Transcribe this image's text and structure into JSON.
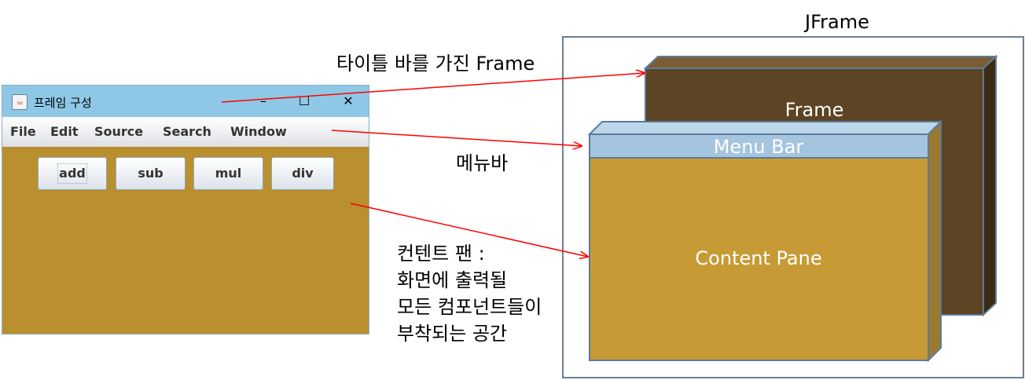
{
  "window": {
    "title": "프레임 구성",
    "icon": "java-coffee-cup-icon",
    "controls": {
      "minimize": "–",
      "maximize": "☐",
      "close": "✕"
    },
    "menu": [
      "File",
      "Edit",
      "Source",
      "Search",
      "Window"
    ],
    "buttons": [
      "add",
      "sub",
      "mul",
      "div"
    ],
    "content_color": "#ba8f2e"
  },
  "labels": {
    "jframe": "JFrame",
    "titlebar": "타이틀 바를 가진 Frame",
    "menubar": "메뉴바",
    "content_lines": [
      "컨텐트 팬 :",
      "화면에 출력될",
      "모든 컴포넌트들이",
      "부착되는 공간"
    ]
  },
  "diagram": {
    "frame_label": "Frame",
    "menubar_label": "Menu Bar",
    "content_label": "Content Pane",
    "colors": {
      "frame": "#5c4424",
      "menubar": "#a4c4e0",
      "content": "#c69b35",
      "arrow": "#ff0000",
      "edge": "#5e7a96"
    }
  }
}
